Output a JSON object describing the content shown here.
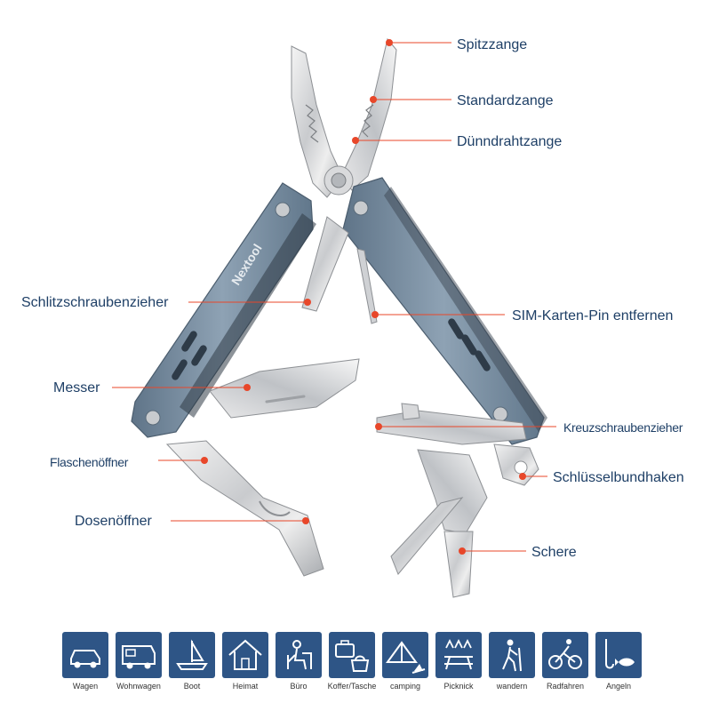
{
  "brand": "Nextool",
  "colors": {
    "label": "#1e3f66",
    "dot": "#e8472a",
    "line": "#e8472a",
    "handle": "#7e93a6",
    "icon_bg": "#2e5586"
  },
  "callouts": [
    {
      "id": "spitzzange",
      "text": "Spitzzange"
    },
    {
      "id": "standardzange",
      "text": "Standardzange"
    },
    {
      "id": "duenndrahtzange",
      "text": "Dünndrahtzange"
    },
    {
      "id": "schlitzschraubenzieher",
      "text": "Schlitzschraubenzieher"
    },
    {
      "id": "sim-pin",
      "text": "SIM-Karten-Pin entfernen"
    },
    {
      "id": "messer",
      "text": "Messer"
    },
    {
      "id": "kreuzschraubenzieher",
      "text": "Kreuzschraubenzieher"
    },
    {
      "id": "flaschenoeffner",
      "text": "Flaschenöffner"
    },
    {
      "id": "schluesselbundhaken",
      "text": "Schlüsselbundhaken"
    },
    {
      "id": "dosenoeffner",
      "text": "Dosenöffner"
    },
    {
      "id": "schere",
      "text": "Schere"
    }
  ],
  "uses": [
    {
      "label": "Wagen",
      "icon": "car-icon"
    },
    {
      "label": "Wohnwagen",
      "icon": "caravan-icon"
    },
    {
      "label": "Boot",
      "icon": "boat-icon"
    },
    {
      "label": "Heimat",
      "icon": "house-icon"
    },
    {
      "label": "Büro",
      "icon": "office-icon"
    },
    {
      "label": "Koffer/Tasche",
      "icon": "suitcase-icon"
    },
    {
      "label": "camping",
      "icon": "tent-icon"
    },
    {
      "label": "Picknick",
      "icon": "picnic-icon"
    },
    {
      "label": "wandern",
      "icon": "hiking-icon"
    },
    {
      "label": "Radfahren",
      "icon": "cycling-icon"
    },
    {
      "label": "Angeln",
      "icon": "fishing-icon"
    }
  ]
}
